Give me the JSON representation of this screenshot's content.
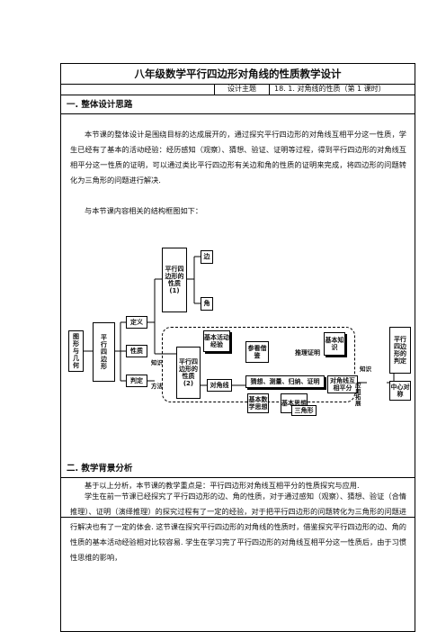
{
  "title": "八年级数学平行四边形对角线的性质教学设计",
  "topic": {
    "label": "设计主题",
    "value": "18. 1. 对角线的性质（第 1 课时）"
  },
  "section1": {
    "heading": "一. 整体设计思路",
    "para1": "本节课的整体设计是围绕目标的达成展开的，通过探究平行四边形的对角线互相平分这一性质，学生已经有了基本的活动经验：经历感知（观察）、猜想、验证、证明等过程，得到平行四边形的对角线互相平分这一性质的证明，可以通过类比平行四边形有关边和角的性质的证明来完成，将四边形的问题转化为三角形的问题进行解决.",
    "para2": "与本节课内容相关的结构框图如下：",
    "para3": "基于以上分析，本节课的教学重点是：平行四边形对角线互相平分的性质探究与应用."
  },
  "diagram": {
    "geometry": "图形与几何",
    "parallelogram": "平行四边形",
    "definition": "定义",
    "property": "性质",
    "judgement": "判定",
    "props1": "平行四边形的性质(1)",
    "side": "边",
    "angle": "角",
    "props2": "平行四边形的性质(2)",
    "knowledge_left": "知识",
    "method": "方法",
    "diagonal": "对角线",
    "basic_exp": "基本活动经验",
    "compare": "参看借鉴",
    "model_proof": "推理证明",
    "process": "猜想、测量、归纳、证明",
    "basic_know": "基本知识",
    "bisect": "对角线互相平分",
    "convert": "转化",
    "triangle": "三角形",
    "math_idea": "基本数学思想",
    "basic_method": "基本思想",
    "knowledge_right": "知识",
    "application": "应用拓展",
    "judge_box": "平行四边形的判定",
    "center": "中心对称"
  },
  "section2": {
    "heading": "二. 教学背景分析",
    "para1": "学生在前一节课已经探究了平行四边形的边、角的性质，对于通过感知（观察）、猜想、验证（合情推理）、证明（演绎推理）的探究过程有了一定的经验，对于把平行四边形的问题转化为三角形的问题进行解决也有了一定的体会. 这节课在探究平行四边形的对角线的性质时，借鉴探究平行四边形的边、角的性质的基本活动经验相对比较容易. 学生在学习完了平行四边形的对角线互相平分这一性质后，由于习惯性思维的影响，"
  }
}
